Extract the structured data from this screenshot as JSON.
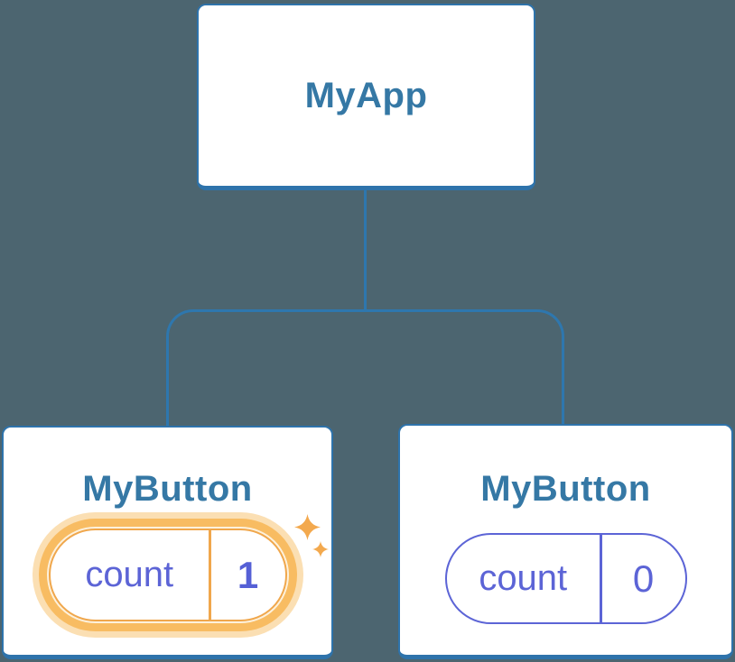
{
  "colors": {
    "background": "#4C6570",
    "connector": "#2E77AE",
    "card-border": "#2E73AB",
    "card-bg": "#FFFFFF",
    "title": "#3578A5",
    "indigo": "#5C64D6",
    "value-bold": "#5560D6",
    "ring-orange": "#F8BC62",
    "ring-halo": "#FBDFB3",
    "ring-gap": "#FDF1DC",
    "orange-line": "#F0A74C",
    "sparkle": "#F3A94E"
  },
  "tree": {
    "root": {
      "title": "MyApp"
    },
    "children": [
      {
        "title": "MyButton",
        "state_label": "count",
        "state_value": "1",
        "highlighted": true
      },
      {
        "title": "MyButton",
        "state_label": "count",
        "state_value": "0",
        "highlighted": false
      }
    ]
  }
}
